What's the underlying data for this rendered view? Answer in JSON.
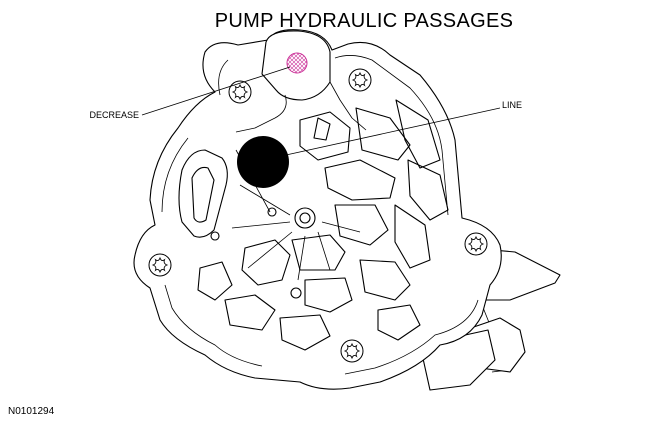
{
  "title": "PUMP HYDRAULIC PASSAGES",
  "callouts": {
    "decrease": "DECREASE",
    "line": "LINE"
  },
  "figure_id": "N0101294",
  "colors": {
    "decrease_passage": "#cc3399",
    "line_passage": "#000000"
  },
  "icons": [
    "torx-bolt-icon"
  ]
}
